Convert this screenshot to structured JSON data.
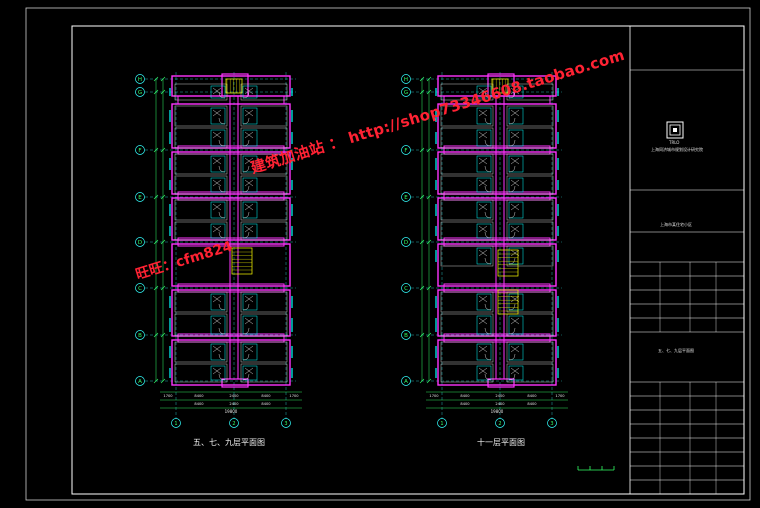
{
  "plans": [
    {
      "caption": "五、七、九层平面图",
      "axes": [
        "H",
        "G",
        "F",
        "E",
        "D",
        "C",
        "B",
        "A"
      ],
      "columns": [
        "1",
        "2",
        "3"
      ],
      "bottom_dims": [
        "1700",
        "8400",
        "2400",
        "8400",
        "1700"
      ],
      "total_dim": "19800",
      "mid_dims": [
        "8400",
        "2400",
        "8400"
      ]
    },
    {
      "caption": "十一层平面图",
      "axes": [
        "H",
        "G",
        "F",
        "E",
        "D",
        "C",
        "B",
        "A"
      ],
      "columns": [
        "1",
        "2",
        "3"
      ],
      "bottom_dims": [
        "1700",
        "8400",
        "2400",
        "8400",
        "1700"
      ],
      "total_dim": "19800",
      "mid_dims": [
        "8400",
        "2400",
        "8400"
      ]
    }
  ],
  "title_block": {
    "logo_caption": "TRLO",
    "company": "上海同济城市规划设计研究院",
    "project": "上海市某住宅小区",
    "drawing": "五、七、九层平面图"
  },
  "watermark": {
    "url_text": "建筑加油站 ： http://shop73346608.taobao.com",
    "id_text": "旺旺：cfm824"
  },
  "colors": {
    "wall": "#ff33ff",
    "grid": "#33ffff",
    "window": "#00ffff",
    "stair": "#ffff00",
    "frame": "#ffffff",
    "watermark": "#ff2233"
  }
}
